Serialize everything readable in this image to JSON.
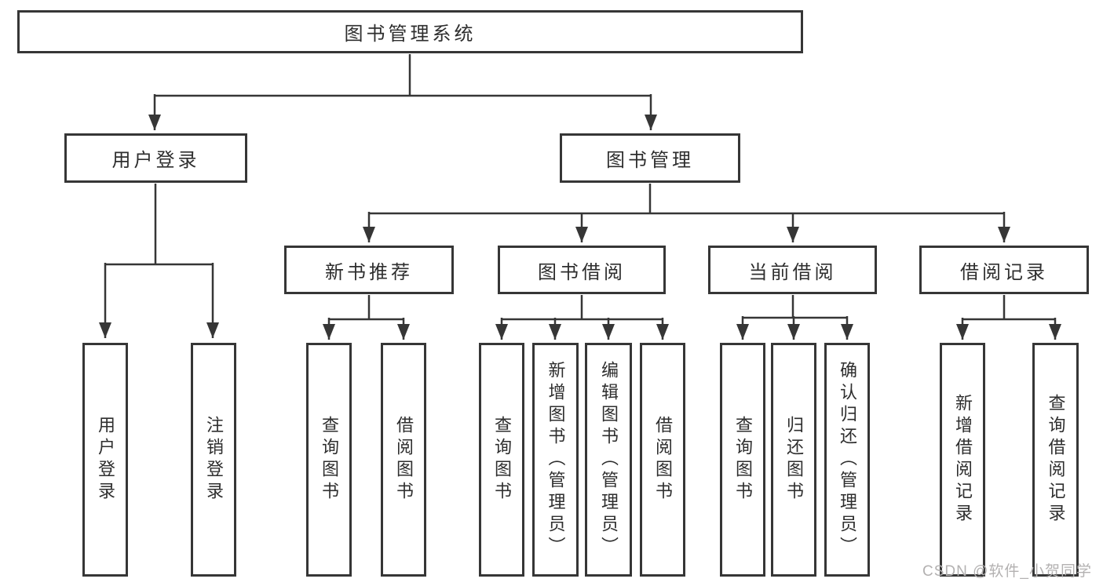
{
  "diagram": {
    "root": "图书管理系统",
    "level2": {
      "user_login": "用户登录",
      "book_mgmt": "图书管理"
    },
    "level3": {
      "new_book": "新书推荐",
      "book_borrow": "图书借阅",
      "current_borrow": "当前借阅",
      "borrow_record": "借阅记录"
    },
    "leaves": {
      "user_login": [
        "用户登录",
        "注销登录"
      ],
      "new_book": [
        "查询图书",
        "借阅图书"
      ],
      "book_borrow": [
        "查询图书",
        "新增图书（管理员）",
        "编辑图书（管理员）",
        "借阅图书"
      ],
      "current_borrow": [
        "查询图书",
        "归还图书",
        "确认归还（管理员）"
      ],
      "borrow_record": [
        "新增借阅记录",
        "查询借阅记录"
      ]
    }
  },
  "watermark": "CSDN @软件_小贺同学",
  "colors": {
    "line": "#363636",
    "text": "#2e2e2e",
    "watermark": "#b3b1b1",
    "background": "#ffffff"
  }
}
